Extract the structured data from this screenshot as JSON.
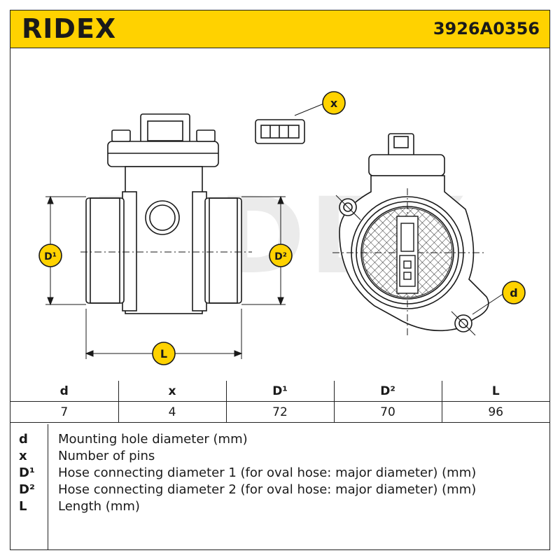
{
  "header": {
    "brand": "RIDEX",
    "part_number": "3926A0356"
  },
  "drawing": {
    "callouts": {
      "x": "x",
      "d": "d",
      "D1": "D¹",
      "D2": "D²",
      "L": "L"
    },
    "watermark": "RIDEX"
  },
  "table": {
    "headers": [
      "d",
      "x",
      "D¹",
      "D²",
      "L"
    ],
    "values": [
      "7",
      "4",
      "72",
      "70",
      "96"
    ]
  },
  "legend": [
    {
      "symbol": "d",
      "text": "Mounting hole diameter (mm)"
    },
    {
      "symbol": "x",
      "text": "Number of pins"
    },
    {
      "symbol": "D¹",
      "text": "Hose connecting diameter 1 (for oval hose: major diameter) (mm)"
    },
    {
      "symbol": "D²",
      "text": "Hose connecting diameter 2 (for oval hose: major diameter) (mm)"
    },
    {
      "symbol": "L",
      "text": "Length (mm)"
    }
  ],
  "colors": {
    "accent": "#ffd200",
    "line": "#1a1a1a",
    "watermark": "#e6e6e6"
  }
}
